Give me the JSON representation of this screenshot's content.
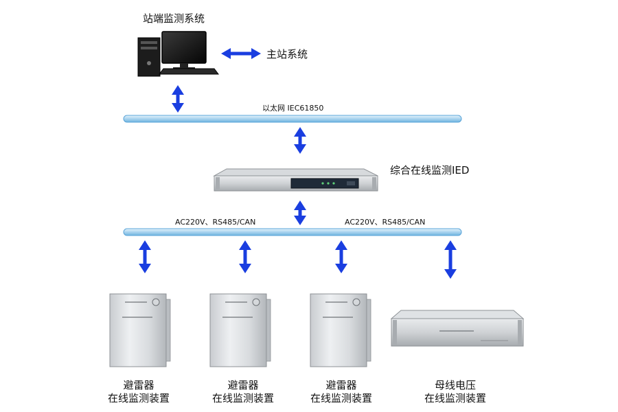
{
  "nodes": {
    "station_system": {
      "label": "站端监测系统"
    },
    "master_system": {
      "label": "主站系统"
    },
    "ied": {
      "label": "综合在线监测IED"
    },
    "arrester_1": {
      "label_line1": "避雷器",
      "label_line2": "在线监测装置"
    },
    "arrester_2": {
      "label_line1": "避雷器",
      "label_line2": "在线监测装置"
    },
    "arrester_3": {
      "label_line1": "避雷器",
      "label_line2": "在线监测装置"
    },
    "busbar": {
      "label_line1": "母线电压",
      "label_line2": "在线监测装置"
    }
  },
  "buses": {
    "ethernet": {
      "label": "以太网 IEC61850"
    },
    "field": {
      "label_left": "AC220V、RS485/CAN",
      "label_right": "AC220V、RS485/CAN"
    }
  },
  "colors": {
    "arrow": "#1a3ee0",
    "bus": "#a9d3ee",
    "bus_edge": "#5aa4d8"
  }
}
